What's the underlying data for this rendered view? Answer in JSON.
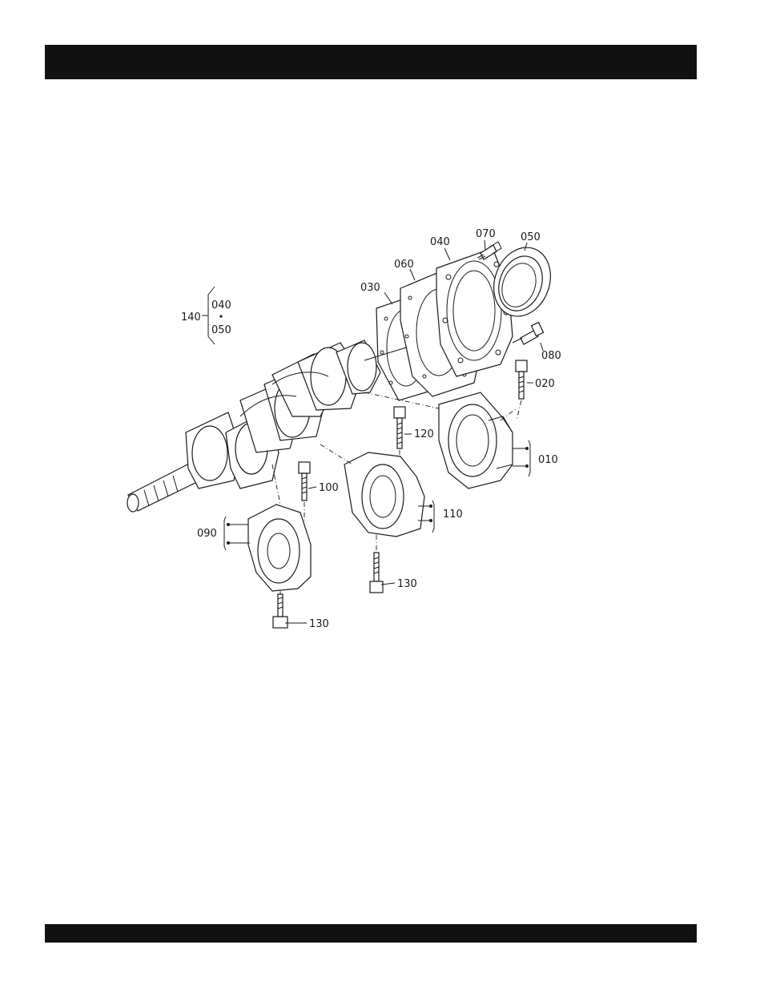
{
  "labels": {
    "p010": "010",
    "p020": "020",
    "p030": "030",
    "p040": "040",
    "p050": "050",
    "p060": "060",
    "p070": "070",
    "p080": "080",
    "p090": "090",
    "p100": "100",
    "p110": "110",
    "p120": "120",
    "p130a": "130",
    "p130b": "130",
    "kit": "140",
    "kit_a": "040",
    "kit_b": "050"
  },
  "colors": {
    "bar": "#111111",
    "ink": "#1a1a1a"
  }
}
